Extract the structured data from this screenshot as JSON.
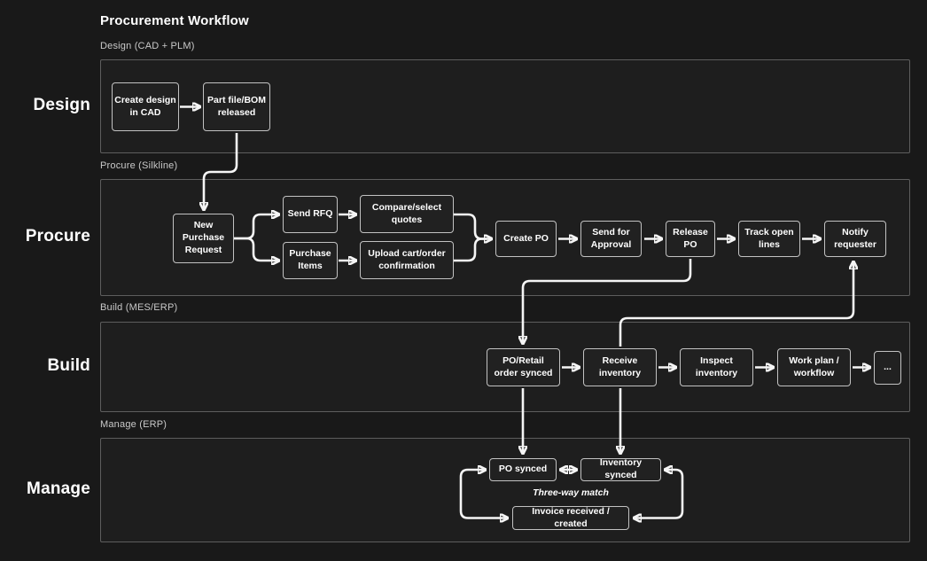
{
  "title": "Procurement Workflow",
  "colors": {
    "background": "#191919",
    "lane_fill": "#1e1e1e",
    "lane_border": "#5e5e5e",
    "node_fill": "#212121",
    "node_border": "#c2c2c2",
    "connector": "#f5f5f5",
    "text": "#ffffff",
    "header_text": "#c9c9c9"
  },
  "lanes": [
    {
      "side_label": "Design",
      "header": "Design (CAD + PLM)",
      "nodes": [
        {
          "label": "Create design\nin CAD"
        },
        {
          "label": "Part file/BOM\nreleased"
        }
      ]
    },
    {
      "side_label": "Procure",
      "header": "Procure (Silkline)",
      "nodes": [
        {
          "label": "New\nPurchase\nRequest"
        },
        {
          "label": "Send RFQ"
        },
        {
          "label": "Purchase\nItems"
        },
        {
          "label": "Compare/select\nquotes"
        },
        {
          "label": "Upload cart/order\nconfirmation"
        },
        {
          "label": "Create PO"
        },
        {
          "label": "Send for\nApproval"
        },
        {
          "label": "Release\nPO"
        },
        {
          "label": "Track open\nlines"
        },
        {
          "label": "Notify\nrequester"
        }
      ]
    },
    {
      "side_label": "Build",
      "header": "Build (MES/ERP)",
      "nodes": [
        {
          "label": "PO/Retail\norder synced"
        },
        {
          "label": "Receive\ninventory"
        },
        {
          "label": "Inspect\ninventory"
        },
        {
          "label": "Work plan /\nworkflow"
        },
        {
          "label": "..."
        }
      ]
    },
    {
      "side_label": "Manage",
      "header": "Manage (ERP)",
      "annotation": "Three-way match",
      "nodes": [
        {
          "label": "PO synced"
        },
        {
          "label": "Inventory synced"
        },
        {
          "label": "Invoice received / created"
        }
      ]
    }
  ]
}
